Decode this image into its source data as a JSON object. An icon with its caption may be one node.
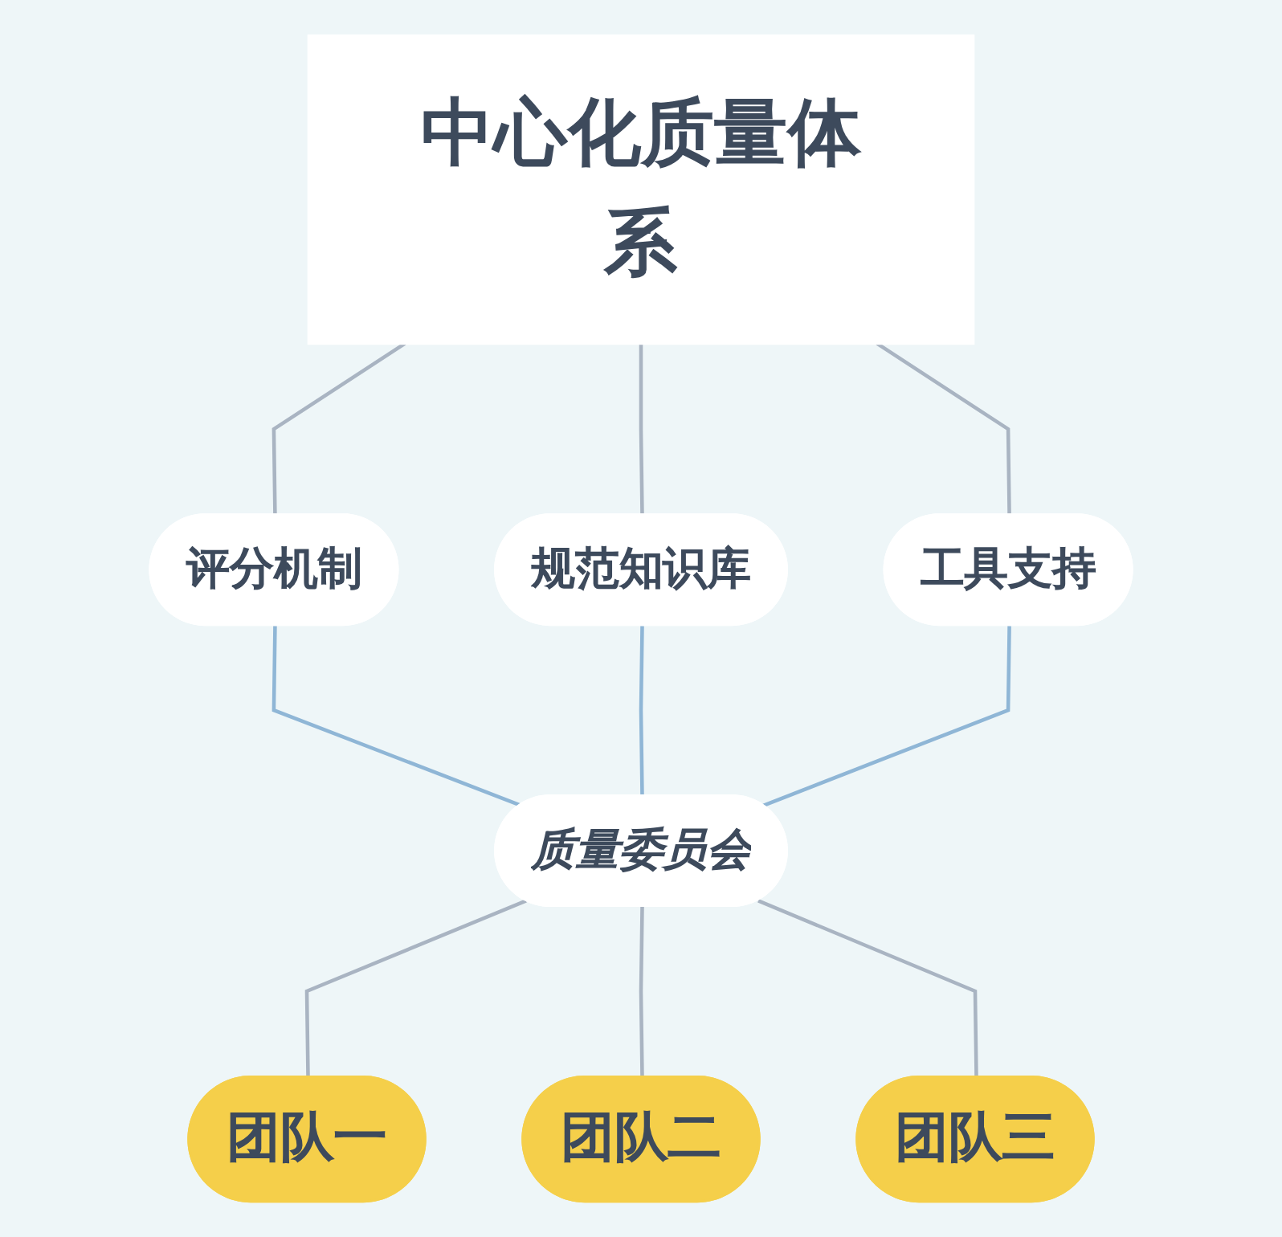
{
  "diagram": {
    "nodes": [
      {
        "text": [
          "中心化质量体系"
        ]
      },
      {
        "text": [
          "评分机制"
        ]
      },
      {
        "text": [
          "规范知识库"
        ]
      },
      {
        "text": [
          "工具支持"
        ]
      },
      {
        "text": [
          "质量委员会"
        ]
      },
      {
        "text": [
          "团队一"
        ]
      },
      {
        "text": [
          "团队二"
        ]
      },
      {
        "text": [
          "团队三"
        ]
      }
    ],
    "edges": [
      {
        "from": 0,
        "to": 1,
        "arrow": "none"
      },
      {
        "from": 0,
        "to": 2,
        "arrow": "none"
      },
      {
        "from": 0,
        "to": 3,
        "arrow": "none"
      },
      {
        "from": 1,
        "to": 4,
        "arrow": "none",
        "color": "#8fb6d6"
      },
      {
        "from": 2,
        "to": 4,
        "arrow": "none",
        "color": "#8fb6d6"
      },
      {
        "from": 3,
        "to": 4,
        "arrow": "none",
        "color": "#8fb6d6"
      },
      {
        "from": 4,
        "to": 5,
        "arrow": "none"
      },
      {
        "from": 4,
        "to": 6,
        "arrow": "none"
      },
      {
        "from": 4,
        "to": 7,
        "arrow": "none"
      }
    ]
  }
}
